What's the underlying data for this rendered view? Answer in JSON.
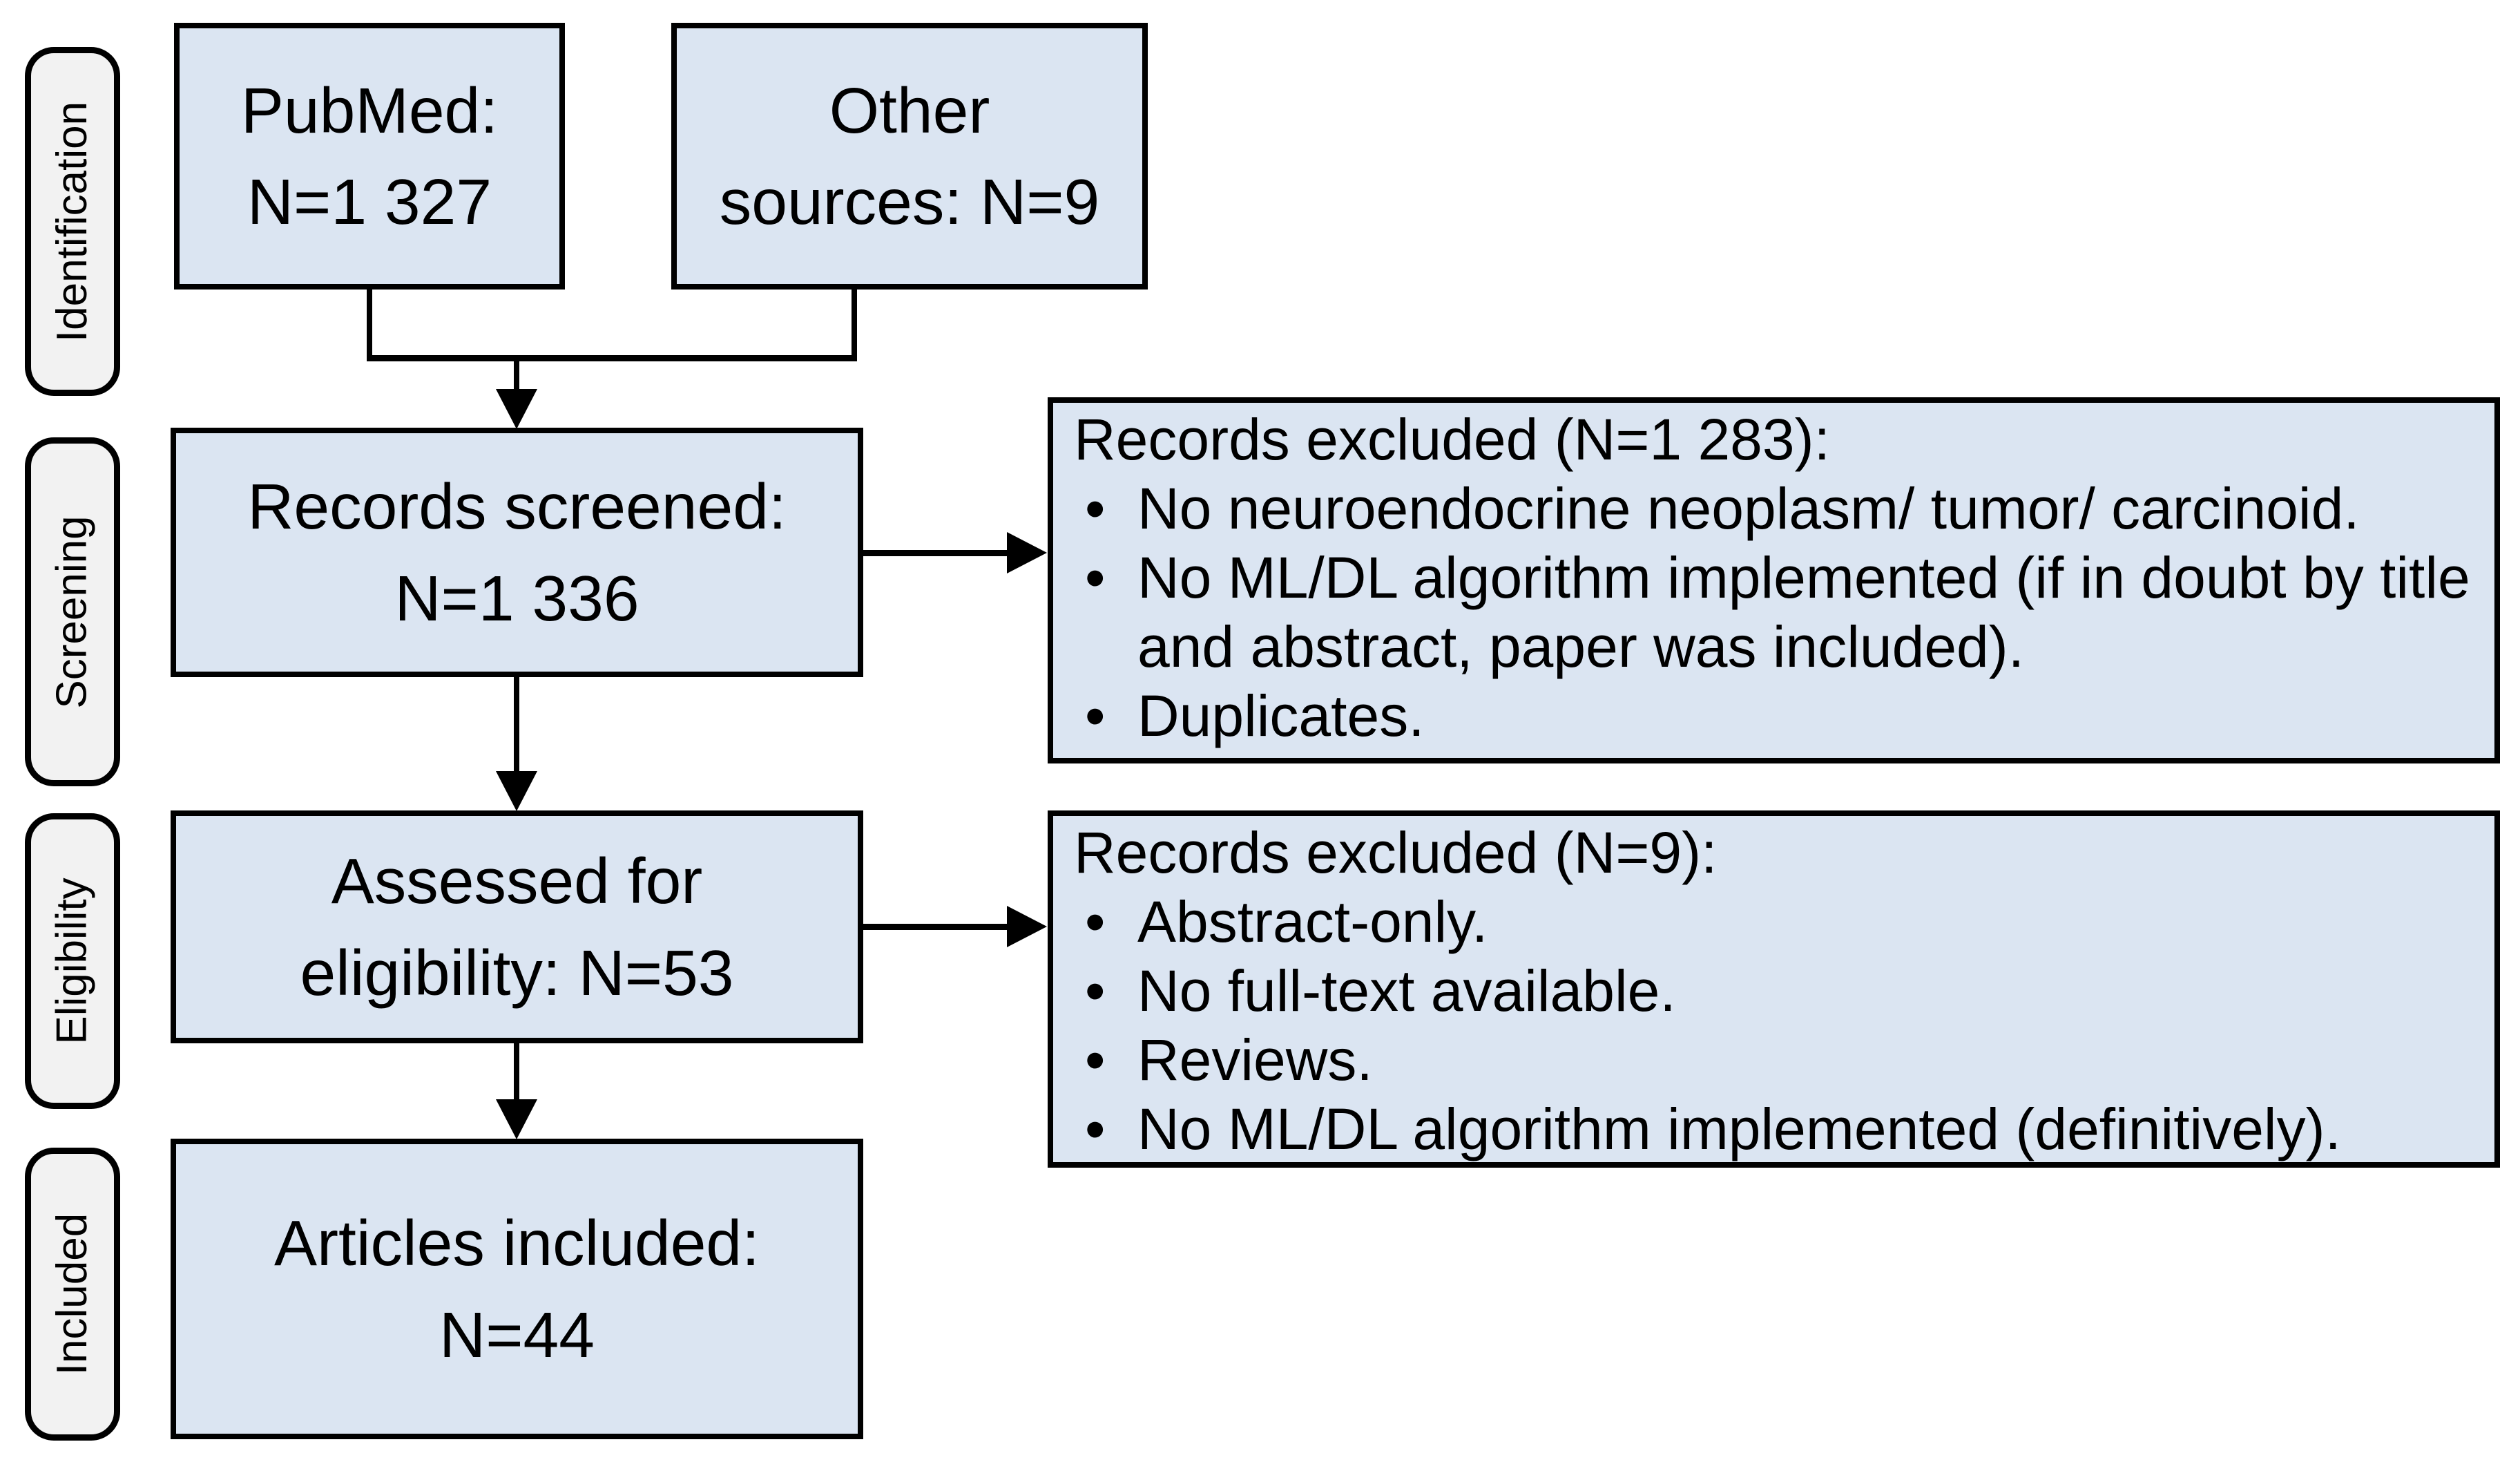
{
  "diagram": {
    "stages": [
      {
        "label": "Identification"
      },
      {
        "label": "Screening"
      },
      {
        "label": "Eligibility"
      },
      {
        "label": "Included"
      }
    ],
    "boxes": {
      "pubmed": {
        "line1": "PubMed:",
        "line2": "N=1 327"
      },
      "other": {
        "line1": "Other",
        "line2": "sources: N=9"
      },
      "screened": {
        "line1": "Records screened:",
        "line2": "N=1 336"
      },
      "assessed": {
        "line1": "Assessed for",
        "line2": "eligibility: N=53"
      },
      "included": {
        "line1": "Articles included:",
        "line2": "N=44"
      }
    },
    "excluded1": {
      "header": "Records excluded (N=1 283):",
      "bullets": [
        "No neuroendocrine neoplasm/ tumor/ carcinoid.",
        "No ML/DL algorithm implemented (if in doubt by title and abstract, paper was included).",
        "Duplicates."
      ]
    },
    "excluded2": {
      "header": "Records excluded (N=9):",
      "bullets": [
        "Abstract-only.",
        "No full-text available.",
        "Reviews.",
        "No ML/DL algorithm implemented (definitively)."
      ]
    },
    "colors": {
      "box_fill": "#dbe5f2",
      "stage_fill": "#f2f2f2",
      "border": "#000000"
    }
  }
}
